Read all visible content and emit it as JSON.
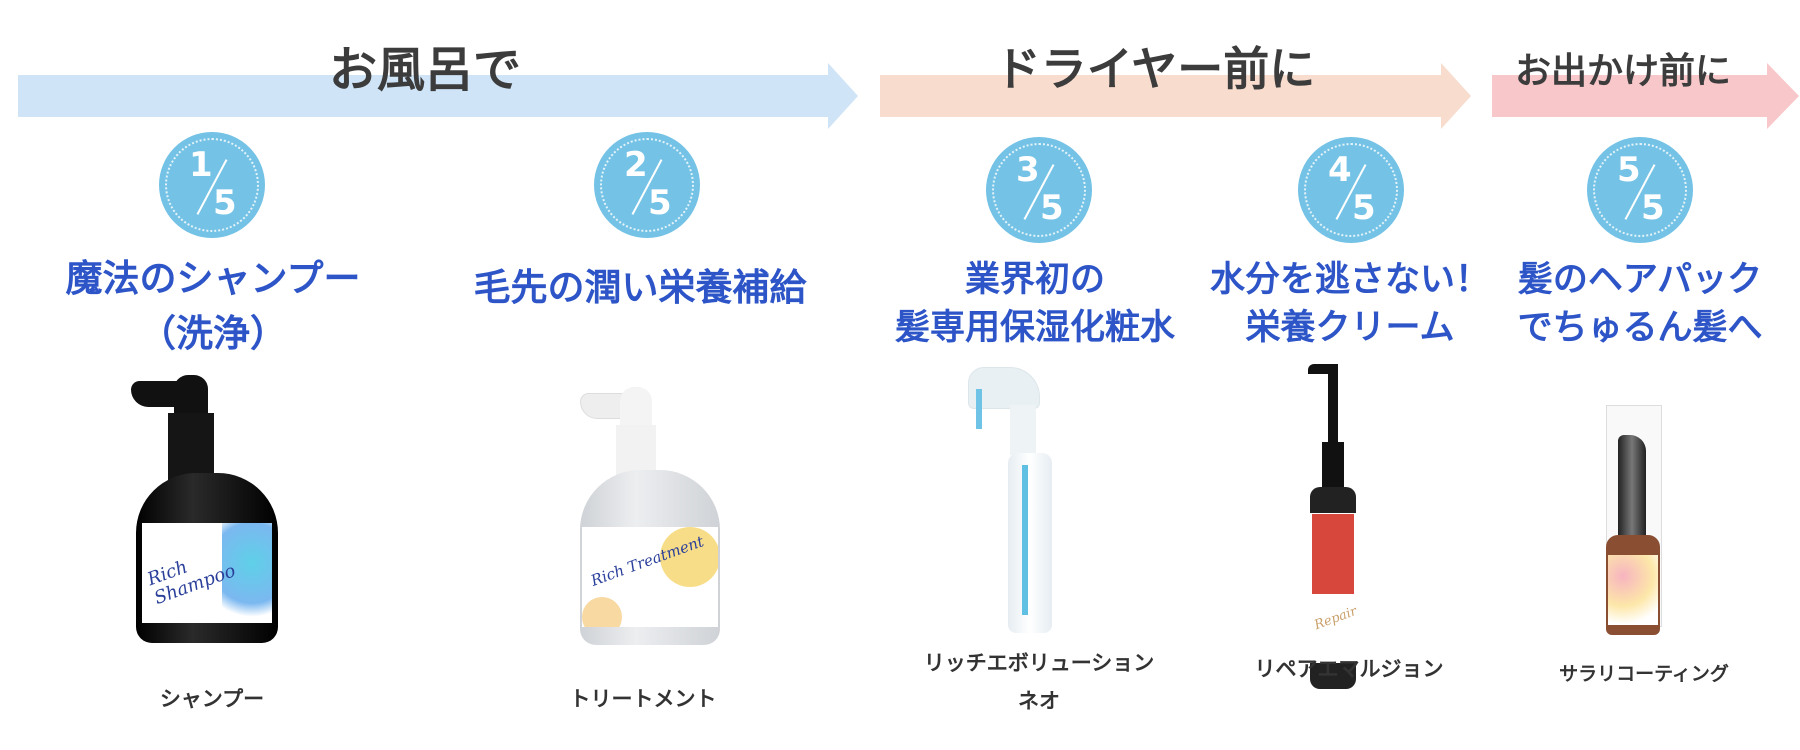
{
  "phases": [
    {
      "label": "お風呂で",
      "color": "#cfe4f6"
    },
    {
      "label": "ドライヤー前に",
      "color": "#f8dccd"
    },
    {
      "label": "お出かけ前に",
      "color": "#f8c7c9"
    }
  ],
  "steps": [
    {
      "num": "1",
      "total": "5",
      "title_lines": [
        "魔法のシャンプー",
        "（洗浄）"
      ],
      "product": [
        "シャンプー"
      ],
      "bottle_text": "Rich Shampoo"
    },
    {
      "num": "2",
      "total": "5",
      "title_lines": [
        "毛先の潤い栄養補給"
      ],
      "product": [
        "トリートメント"
      ],
      "bottle_text": "Rich Treatment"
    },
    {
      "num": "3",
      "total": "5",
      "title_lines": [
        "業界初の",
        "髪専用保湿化粧水"
      ],
      "product": [
        "リッチエボリューション",
        "ネオ"
      ]
    },
    {
      "num": "4",
      "total": "5",
      "title_lines": [
        "水分を逃さない！",
        "栄養クリーム"
      ],
      "product": [
        "リペアエマルジョン"
      ],
      "bottle_text": "Repair"
    },
    {
      "num": "5",
      "total": "5",
      "title_lines": [
        "髪のヘアパック",
        "でちゅるん髪へ"
      ],
      "product": [
        "サラリコーティング"
      ]
    }
  ],
  "colors": {
    "circle": "#74c2e5",
    "title": "#2d55c8",
    "text": "#3c3c3c"
  }
}
